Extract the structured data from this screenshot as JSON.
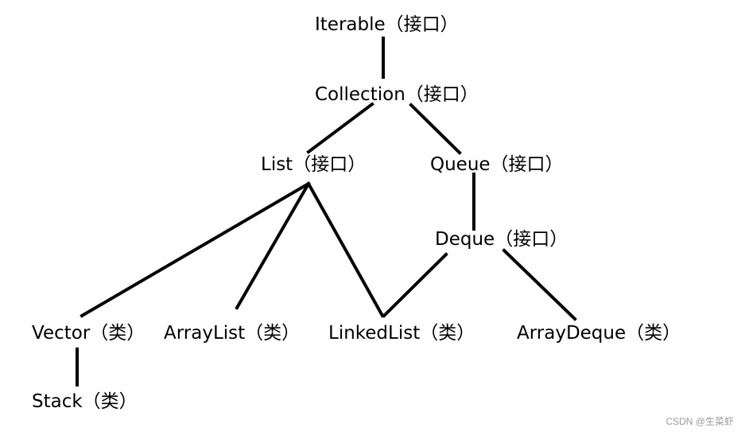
{
  "nodes": {
    "iterable": "Iterable（接口）",
    "collection": "Collection（接口）",
    "list": "List（接口）",
    "queue": "Queue（接口）",
    "deque": "Deque（接口）",
    "vector": "Vector（类）",
    "arraylist": "ArrayList（类）",
    "linkedlist": "LinkedList（类）",
    "arraydeque": "ArrayDeque（类）",
    "stack": "Stack（类）"
  },
  "edges": [
    {
      "from": "iterable",
      "to": "collection"
    },
    {
      "from": "collection",
      "to": "list"
    },
    {
      "from": "collection",
      "to": "queue"
    },
    {
      "from": "queue",
      "to": "deque"
    },
    {
      "from": "list",
      "to": "vector"
    },
    {
      "from": "list",
      "to": "arraylist"
    },
    {
      "from": "list",
      "to": "linkedlist"
    },
    {
      "from": "deque",
      "to": "linkedlist"
    },
    {
      "from": "deque",
      "to": "arraydeque"
    },
    {
      "from": "vector",
      "to": "stack"
    }
  ],
  "watermark": "CSDN @生菜虾",
  "colors": {
    "line": "#000000",
    "text": "#000000",
    "watermark": "#9a9a9a"
  }
}
